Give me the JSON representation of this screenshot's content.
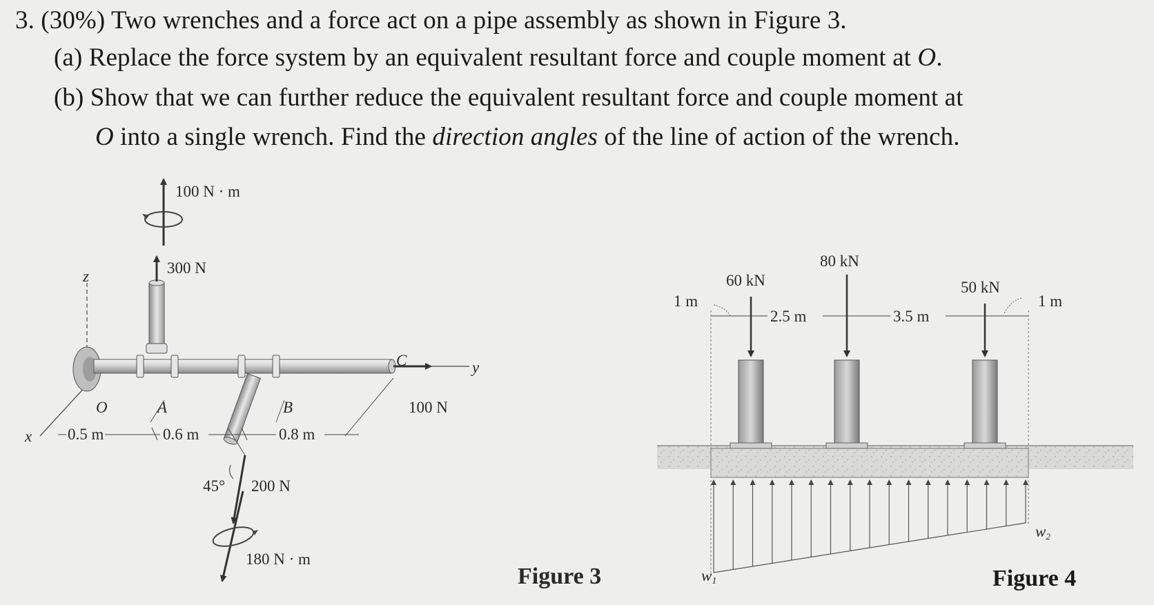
{
  "problem": {
    "line1": "3. (30%) Two wrenches and a force act on a pipe assembly as shown in Figure 3.",
    "part_a_prefix": "(a) Replace the force system by an equivalent resultant force and couple moment at ",
    "part_a_point": "O",
    "part_a_suffix": ".",
    "part_b_line1": "(b) Show that we can further reduce the equivalent resultant force and couple moment at",
    "part_b_point": "O",
    "part_b_mid": " into a single wrench. Find the ",
    "part_b_emph": "direction angles",
    "part_b_end": " of the line of action of the wrench."
  },
  "figure3": {
    "caption": "Figure 3",
    "couple_top": "100 N · m",
    "force_vertical": "300 N",
    "axis_z": "z",
    "axis_y": "y",
    "axis_x": "x",
    "point_O": "O",
    "point_A": "A",
    "point_B": "B",
    "point_C": "C",
    "force_C": "100 N",
    "dim_OA": "0.5 m",
    "dim_AB": "0.6 m",
    "dim_BC": "0.8 m",
    "angle": "45°",
    "force_B": "200 N",
    "couple_B": "180 N · m"
  },
  "figure4": {
    "caption": "Figure 4",
    "load1": "60 kN",
    "load2": "80 kN",
    "load3": "50 kN",
    "dim_left": "1 m",
    "dim_12": "2.5 m",
    "dim_23": "3.5 m",
    "dim_right": "1 m",
    "w1": "w",
    "w1_sub": "1",
    "w2": "w",
    "w2_sub": "2"
  }
}
